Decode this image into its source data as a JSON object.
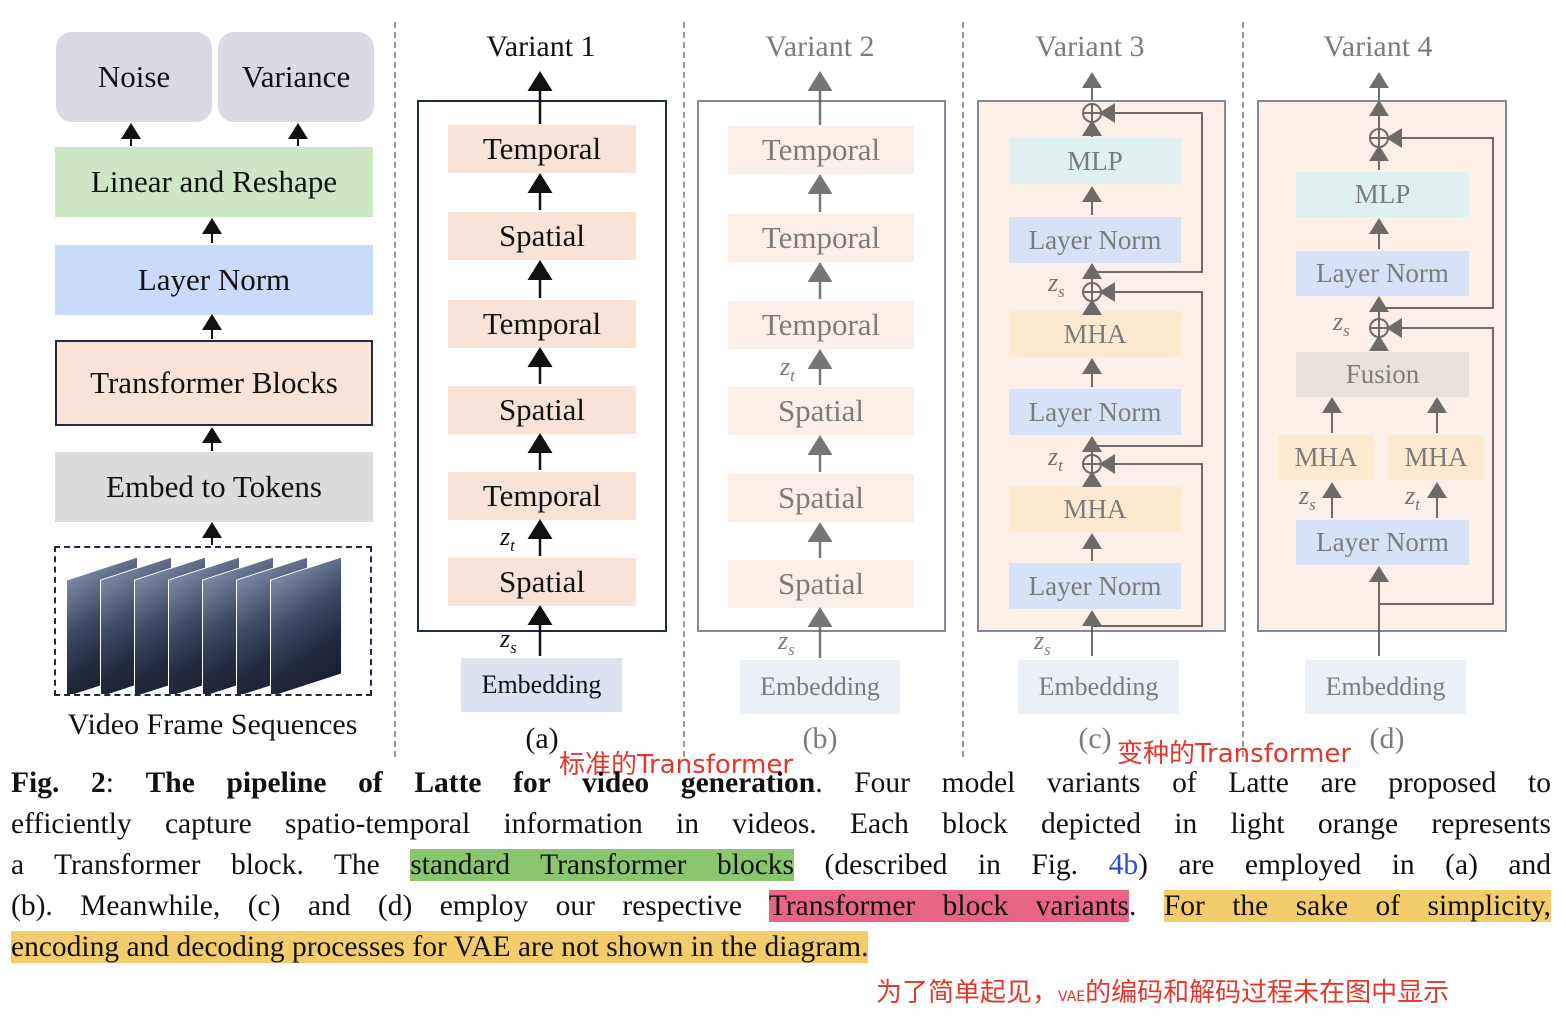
{
  "left_pipeline": {
    "noise": "Noise",
    "variance": "Variance",
    "linear_reshape": "Linear and Reshape",
    "layer_norm": "Layer Norm",
    "transformer_blocks": "Transformer Blocks",
    "embed_tokens": "Embed to Tokens",
    "video_label": "Video Frame Sequences"
  },
  "variant1": {
    "title": "Variant 1",
    "blocks": [
      "Temporal",
      "Spatial",
      "Temporal",
      "Spatial",
      "Temporal",
      "Spatial"
    ],
    "embedding": "Embedding",
    "caption": "(a)"
  },
  "variant2": {
    "title": "Variant 2",
    "blocks": [
      "Temporal",
      "Temporal",
      "Temporal",
      "Spatial",
      "Spatial",
      "Spatial"
    ],
    "embedding": "Embedding",
    "caption": "(b)"
  },
  "variant3": {
    "title": "Variant 3",
    "blocks": [
      "MLP",
      "Layer Norm",
      "MHA",
      "Layer Norm",
      "MHA",
      "Layer Norm"
    ],
    "embedding": "Embedding",
    "caption": "(c)"
  },
  "variant4": {
    "title": "Variant 4",
    "mlp": "MLP",
    "layer_norm_top": "Layer Norm",
    "fusion": "Fusion",
    "mha_left": "MHA",
    "mha_right": "MHA",
    "layer_norm_bottom": "Layer Norm",
    "embedding": "Embedding",
    "caption": "(d)"
  },
  "symbols": {
    "z": "z",
    "t": "t",
    "s": "s"
  },
  "annotations": {
    "standard": "标准的Transformer",
    "variant": "变种的Transformer",
    "vae_prefix": "为了简单起见，",
    "vae_small": "VAE",
    "vae_suffix": "的编码和解码过程未在图中显示"
  },
  "caption": {
    "fig": "Fig. 2",
    "colon": ": ",
    "bold_title": "The pipeline of Latte for video generation",
    "l1_rest": ". Four model variants of Latte are proposed to",
    "l2": "efficiently capture spatio-temporal information in videos. Each block depicted in light orange represents",
    "l3_a": "a Transformer block. The ",
    "l3_green": "standard Transformer blocks",
    "l3_b": " (described in Fig. ",
    "l3_link": "4b",
    "l3_c": ") are employed in (a) and",
    "l4_a": "(b). Meanwhile, (c) and (d) employ our respective ",
    "l4_pink": "Transformer block variants",
    "l4_b": ". ",
    "l4_yellow": "For the sake of simplicity,",
    "l5_yellow": "encoding and decoding processes for VAE are not shown in the diagram."
  },
  "colors": {
    "gray_box": "#d9dae3",
    "green_box": "#cde6c4",
    "blue_box": "#c9dafb",
    "orange_box": "#f8e3d6",
    "embed_box": "#dbe3f0",
    "mha_box": "#fde9cf",
    "mlp_box": "#dbeeee",
    "fusion_box": "#ebe3dc",
    "annotation_red": "#e4372c"
  }
}
